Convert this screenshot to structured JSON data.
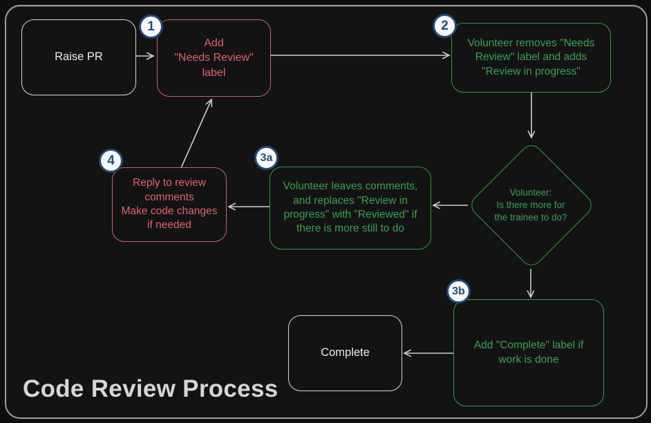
{
  "title": "Code Review Process",
  "colors": {
    "red": "#e0636c",
    "green": "#2f9e44",
    "neutral": "#d9d9d9",
    "badge_ring": "#20497a",
    "badge_text": "#1f4e79",
    "badge_fill": "#f8f8f8",
    "arrow": "#cecece",
    "background": "#131313"
  },
  "nodes": {
    "raise_pr": {
      "label": "Raise PR"
    },
    "step1": {
      "badge": "1",
      "label": "Add\n\"Needs Review\"\nlabel"
    },
    "step2": {
      "badge": "2",
      "label": "Volunteer removes \"Needs\nReview\" label and adds\n\"Review in progress\""
    },
    "decision": {
      "label": "Volunteer:\nIs there more for\nthe trainee to do?"
    },
    "step3a": {
      "badge": "3a",
      "label": "Volunteer leaves comments,\nand replaces \"Review in\nprogress\" with \"Reviewed\" if\nthere is more still to do"
    },
    "step4": {
      "badge": "4",
      "label": "Reply to review\ncomments\nMake code changes\nif needed"
    },
    "step3b": {
      "badge": "3b",
      "label": "Add \"Complete\" label if\nwork is done"
    },
    "complete": {
      "label": "Complete"
    }
  }
}
